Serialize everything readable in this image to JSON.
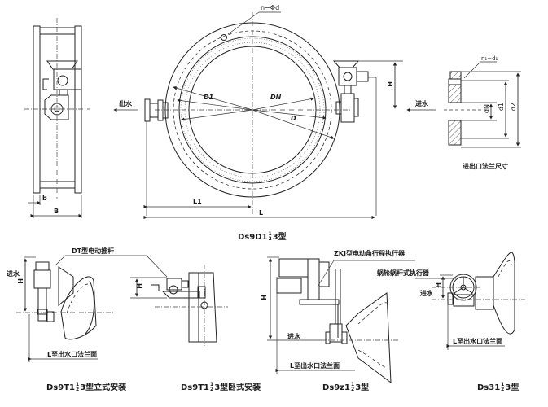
{
  "main_view": {
    "caption_prefix": "Ds9D1",
    "caption_frac_top": "1",
    "caption_frac_bottom": "2",
    "caption_suffix": "3型",
    "labels": {
      "bolt_holes": "n−Φd",
      "d1": "D1",
      "dn": "DN",
      "d": "D",
      "h": "H",
      "l1": "L1",
      "l": "L",
      "b_small": "b",
      "b": "B",
      "outlet": "出水",
      "inlet": "进水"
    }
  },
  "flange_detail": {
    "caption": "进出口法兰尺寸",
    "labels": {
      "holes": "n₁−d₁",
      "dn": "dN",
      "d1": "d1",
      "d2": "d2"
    }
  },
  "variants": [
    {
      "id": "t1-vertical",
      "caption_prefix": "Ds9T1",
      "caption_frac_top": "1",
      "caption_frac_bottom": "2",
      "caption_suffix": "3型立式安装",
      "actuator_label": "DT型电动推杆",
      "inlet": "进水",
      "h": "H",
      "l_label": "L至出水口法兰面"
    },
    {
      "id": "t1-horizontal",
      "caption_prefix": "Ds9T1",
      "caption_frac_top": "1",
      "caption_frac_bottom": "2",
      "caption_suffix": "3型卧式安装",
      "h": "H"
    },
    {
      "id": "z1",
      "caption_prefix": "Ds9z1",
      "caption_frac_top": "1",
      "caption_frac_bottom": "2",
      "caption_suffix": "3型",
      "actuator_label": "ZKJ型电动角行程执行器",
      "inlet": "进水",
      "h": "H",
      "l_label": "L至出水口法兰面"
    },
    {
      "id": "s3",
      "caption_prefix": "Ds31",
      "caption_frac_top": "1",
      "caption_frac_bottom": "2",
      "caption_suffix": "3型",
      "actuator_label": "蜗轮蜗杆式执行器",
      "inlet": "进水",
      "h": "H",
      "l_label": "L至出水口法兰面"
    }
  ]
}
